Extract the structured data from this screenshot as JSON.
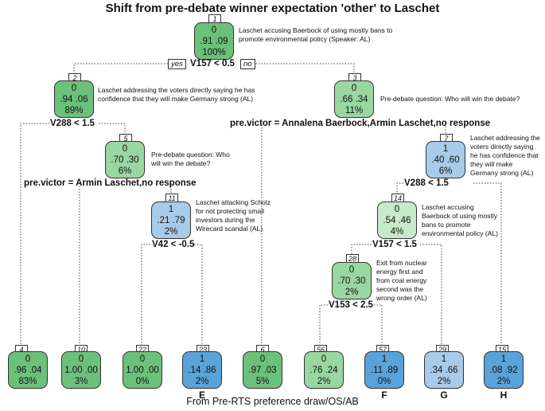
{
  "title": "Shift from pre-debate winner expectation 'other' to Laschet",
  "footer": "From Pre-RTS preference draw/OS/AB",
  "colors": {
    "green_dark": "#6cc17a",
    "green_mid": "#99d7a2",
    "green_light": "#c7ebc9",
    "blue_dark": "#5aa3da",
    "blue_light": "#a8cbe9"
  },
  "branch_labels": {
    "yes": "yes",
    "no": "no"
  },
  "nodes": [
    {
      "id": "1",
      "cls": "0",
      "probs": ".91  .09",
      "pct": "100%",
      "desc": "Laschet accusing Baerbock of using mostly bans to promote environmental policy (Speaker: AL)",
      "split": "V157 < 0.5"
    },
    {
      "id": "2",
      "cls": "0",
      "probs": ".94  .06",
      "pct": "89%",
      "desc": "Laschet addressing the voters directly saying he has confidence that they will make Germany strong (AL)",
      "split": "V288 < 1.5"
    },
    {
      "id": "3",
      "cls": "0",
      "probs": ".66  .34",
      "pct": "11%",
      "desc": "Pre-debate question: Who will win the debate?",
      "split": "pre.victor = Annalena Baerbock,Armin Laschet,no response"
    },
    {
      "id": "5",
      "cls": "0",
      "probs": ".70  .30",
      "pct": "6%",
      "desc": "Pre-debate question: Who will win the debate?",
      "split": "pre.victor = Armin Laschet,no response"
    },
    {
      "id": "7",
      "cls": "1",
      "probs": ".40  .60",
      "pct": "6%",
      "desc": "Laschet addressing the voters directly saying he has confidence that they will make Germany strong (AL)",
      "split": "V288 < 1.5"
    },
    {
      "id": "11",
      "cls": "1",
      "probs": ".21  .79",
      "pct": "2%",
      "desc": "Laschet attacking Scholz for not protecting small investors during the Wirecard scandal (AL)",
      "split": "V42 < -0.5"
    },
    {
      "id": "14",
      "cls": "0",
      "probs": ".54  .46",
      "pct": "4%",
      "desc": "Laschet accusing Baerbock of using mostly bans to promote environmental policy (AL)",
      "split": "V157 < 1.5"
    },
    {
      "id": "28",
      "cls": "0",
      "probs": ".70  .30",
      "pct": "2%",
      "desc": "Exit from nuclear energy first and from coal energy second was the wrong order (AL)",
      "split": "V153 < 2.5"
    },
    {
      "id": "4",
      "cls": "0",
      "probs": ".96  .04",
      "pct": "83%",
      "leaf": ""
    },
    {
      "id": "10",
      "cls": "0",
      "probs": "1.00  .00",
      "pct": "3%",
      "leaf": ""
    },
    {
      "id": "22",
      "cls": "0",
      "probs": "1.00  .00",
      "pct": "0%",
      "leaf": ""
    },
    {
      "id": "23",
      "cls": "1",
      "probs": ".14  .86",
      "pct": "2%",
      "leaf": "E"
    },
    {
      "id": "6",
      "cls": "0",
      "probs": ".97  .03",
      "pct": "5%",
      "leaf": ""
    },
    {
      "id": "56",
      "cls": "0",
      "probs": ".76  .24",
      "pct": "2%",
      "leaf": ""
    },
    {
      "id": "57",
      "cls": "1",
      "probs": ".11  .89",
      "pct": "0%",
      "leaf": "F"
    },
    {
      "id": "29",
      "cls": "1",
      "probs": ".34  .66",
      "pct": "2%",
      "leaf": "G"
    },
    {
      "id": "15",
      "cls": "1",
      "probs": ".08  .92",
      "pct": "2%",
      "leaf": "H"
    }
  ]
}
